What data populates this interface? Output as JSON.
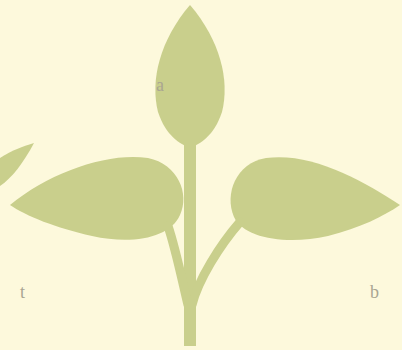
{
  "diagram": {
    "labels": [
      "a",
      "t",
      "b"
    ]
  }
}
